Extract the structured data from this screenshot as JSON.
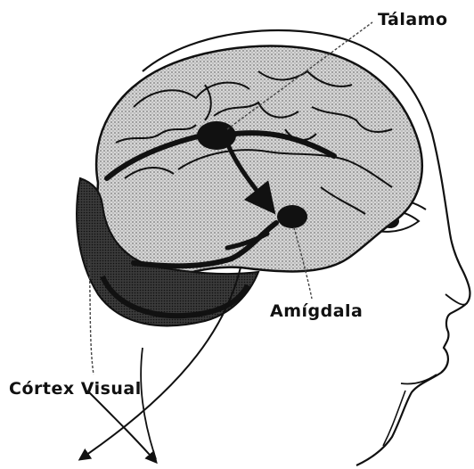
{
  "labels": {
    "talamo": "Tálamo",
    "amigdala": "Amígdala",
    "cortex_visual": "Córtex Visual"
  },
  "colors": {
    "ink": "#111111",
    "brain_fill": "#bdbdbd",
    "brain_dark": "#2a2a2a",
    "background": "#ffffff"
  }
}
